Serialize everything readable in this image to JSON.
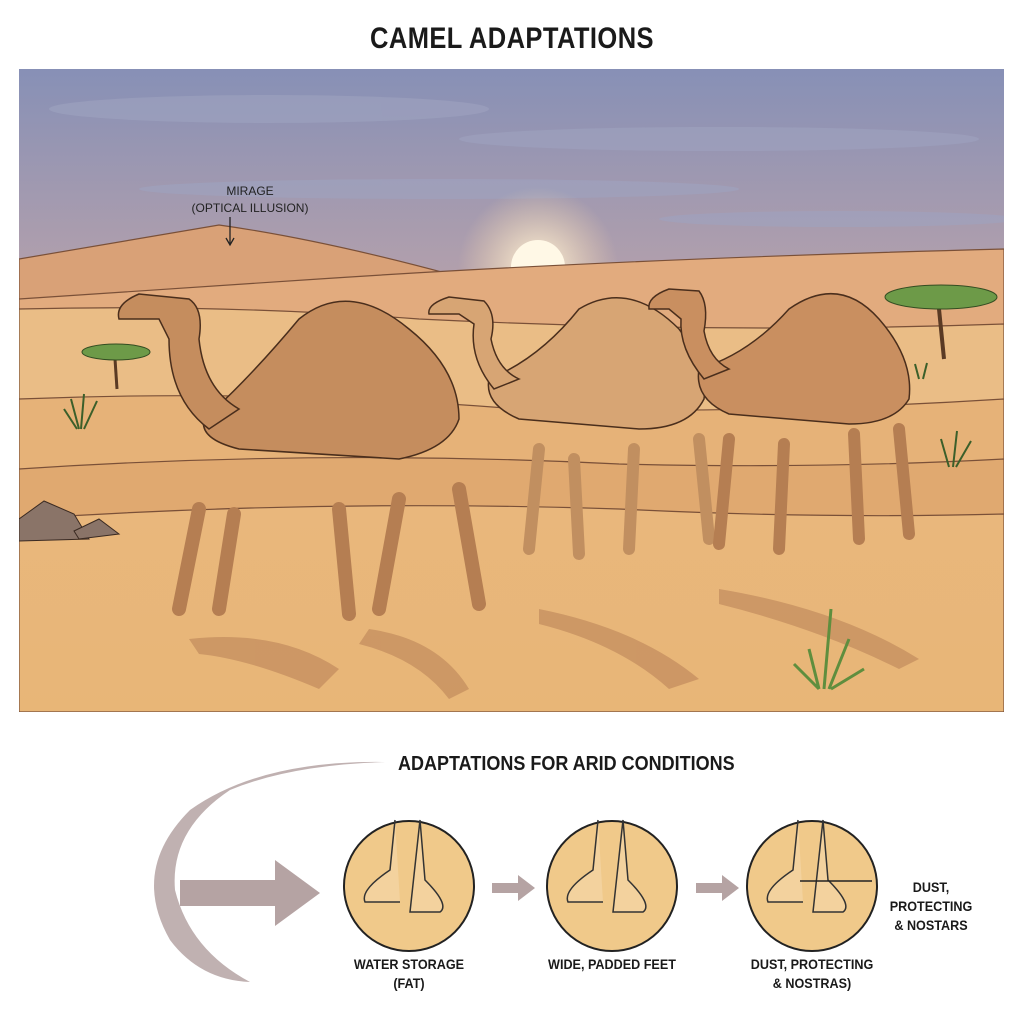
{
  "title": "CAMEL ADAPTATIONS",
  "scene": {
    "mirage_label_line1": "MIRAGE",
    "mirage_label_line2": "(OPTICAL ILLUSION)"
  },
  "adaptations": {
    "heading": "ADAPTATIONS FOR ARID CONDITIONS",
    "items": [
      {
        "line1": "WATER STORAGE",
        "line2": "(FAT)"
      },
      {
        "line1": "WIDE, PADDED FEET",
        "line2": ""
      },
      {
        "line1": "DUST, PROTECTING",
        "line2": "& NOSTRAS)"
      }
    ],
    "callout_line1": "DUST, PROTECTING",
    "callout_line2": "& NOSTARS"
  },
  "colors": {
    "sky_top": "#8a93b8",
    "sand": "#e6b778",
    "camel": "#c99262",
    "circle_fill": "#f0c98a",
    "arrow": "#b5a3a3"
  }
}
